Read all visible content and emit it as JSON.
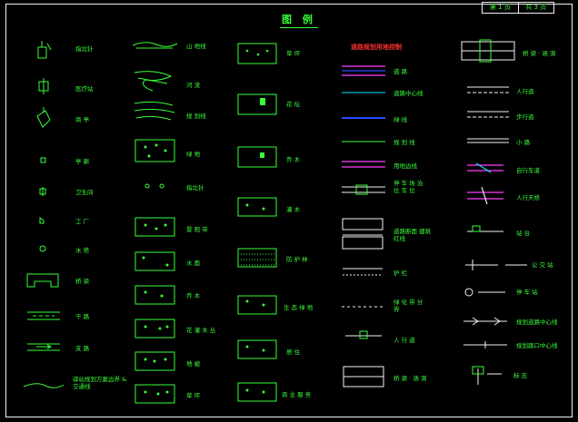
{
  "page": {
    "title": "图 例",
    "sheet_label": "第 1 页",
    "total_label": "共 3 页"
  },
  "columns": [
    {
      "items": [
        "指北针",
        "医疗站",
        "商 亭",
        "亭 廊",
        "卫生间",
        "工 厂",
        "水 塔",
        "桥 梁",
        "干 路",
        "支 路",
        "驿站规划方案边界 & 交通线"
      ]
    },
    {
      "items": [
        "山 地线",
        "河 流",
        "规 划线",
        "绿 地",
        "指北针",
        "景 观 带",
        "水 面",
        "乔 木",
        "花 灌 木 丛",
        "地 被",
        "草 坪"
      ]
    },
    {
      "items": [
        "草 坪",
        "花 坛",
        "乔 木",
        "灌 木",
        "防 护 林",
        "生 态 绿 地",
        "居 住",
        "商 业 服 务"
      ]
    },
    {
      "items": [
        "道 路",
        "道路中心线",
        "绿 线",
        "规 划 线",
        "用地边线",
        "停 车 场 泊位 车 位",
        "道路断面 建筑红线",
        "护 栏",
        "绿 化 带 分 界",
        "人 行 道",
        "桥 梁 · 涵 洞"
      ]
    },
    {
      "items": [
        "桥 梁 · 涵 洞",
        "人行道",
        "步行道",
        "小 路",
        "自行车道",
        "人行天桥",
        "站 台",
        "公 交 站",
        "停 车 站",
        "规划道路中心线",
        "规划路口中心线",
        "标 志"
      ]
    }
  ],
  "red_title": "道路规划用地控制",
  "colors": {
    "green": "#39ff39",
    "cyan": "#00e5ff",
    "magenta": "#ff40ff",
    "blue": "#2a4bff",
    "white": "#f2f2f2",
    "red": "#ff3030",
    "yellow": "#ffff40"
  }
}
